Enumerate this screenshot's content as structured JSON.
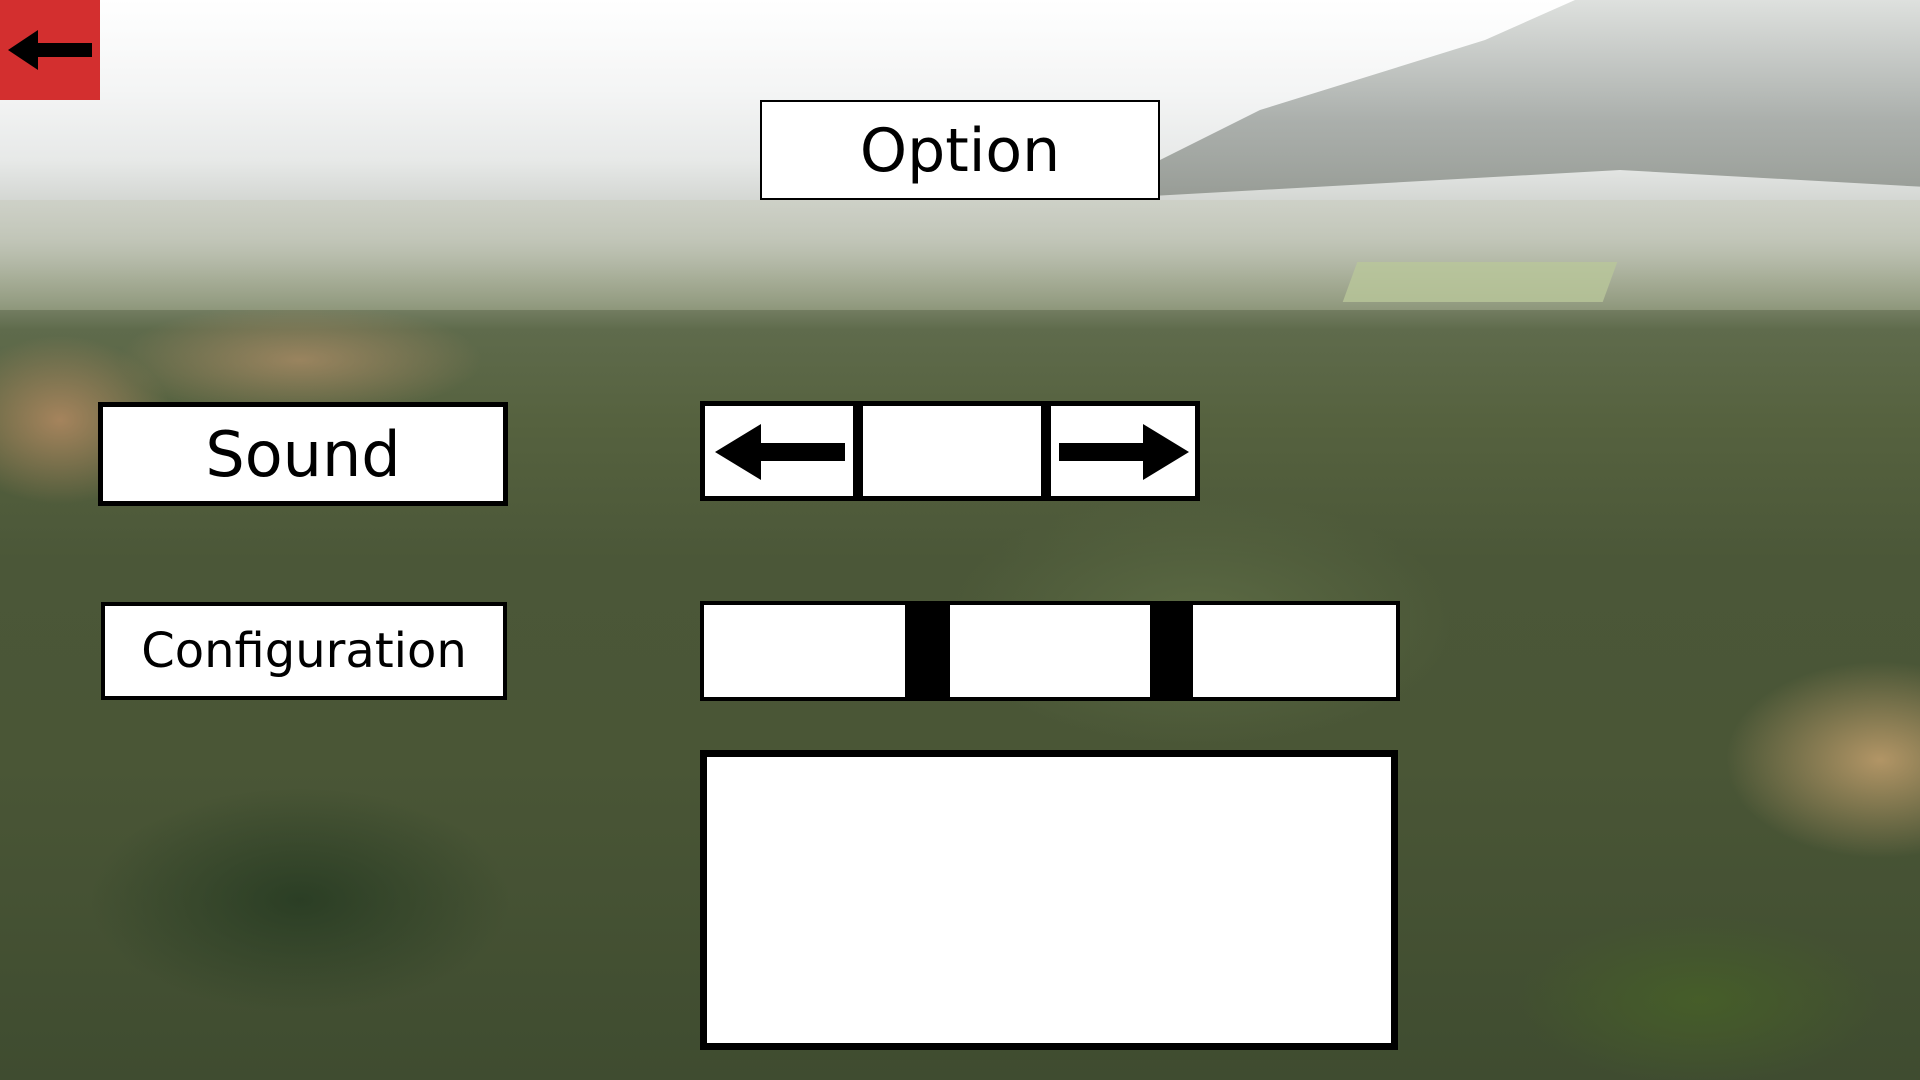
{
  "screen": {
    "title": "Option"
  },
  "nav": {
    "back_icon": "arrow-left-icon",
    "back_color": "#d32f2f"
  },
  "settings": {
    "sound_label": "Sound",
    "sound_prev_icon": "arrow-left-icon",
    "sound_next_icon": "arrow-right-icon",
    "sound_value": "",
    "configuration_label": "Configuration",
    "configuration_options": [
      "",
      "",
      ""
    ],
    "detail_text": ""
  }
}
